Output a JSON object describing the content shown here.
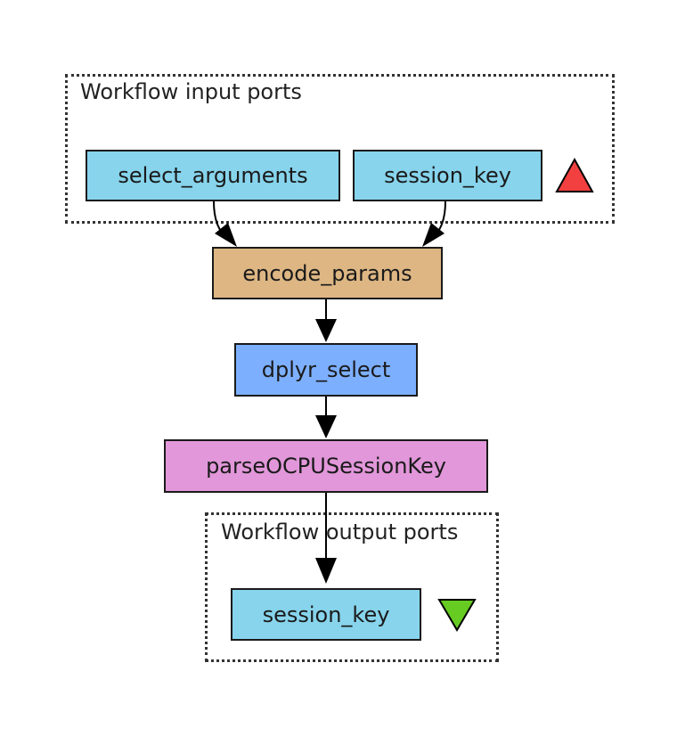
{
  "input_cluster": {
    "label": "Workflow input ports"
  },
  "output_cluster": {
    "label": "Workflow output ports"
  },
  "nodes": {
    "select_arguments": {
      "label": "select_arguments",
      "color": "#87d4ec"
    },
    "session_key_in": {
      "label": "session_key",
      "color": "#87d4ec"
    },
    "encode_params": {
      "label": "encode_params",
      "color": "#ddb683"
    },
    "dplyr_select": {
      "label": "dplyr_select",
      "color": "#7dafff"
    },
    "parse_session": {
      "label": "parseOCPUSessionKey",
      "color": "#e197d9"
    },
    "session_key_out": {
      "label": "session_key",
      "color": "#87d4ec"
    }
  },
  "markers": {
    "input_marker": {
      "icon": "red-up-triangle",
      "color": "#f24040"
    },
    "output_marker": {
      "icon": "green-down-triangle",
      "color": "#66cc22"
    }
  }
}
